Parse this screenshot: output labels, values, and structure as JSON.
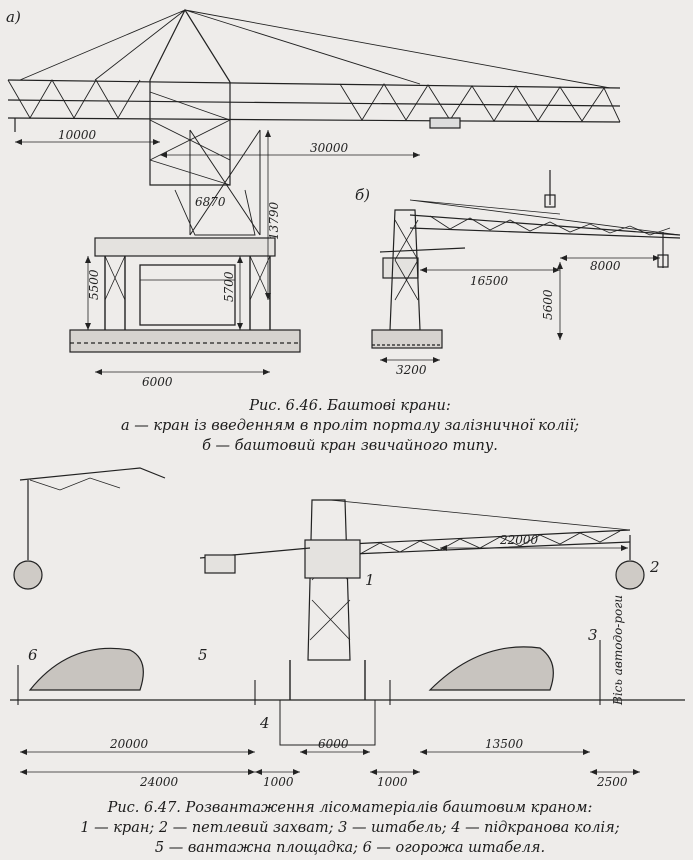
{
  "fig_46": {
    "panel_a": "а)",
    "panel_b": "б)",
    "dims_a": {
      "left_boom": "10000",
      "right_boom": "30000",
      "tower_top": "6870",
      "height_total": "13790",
      "portal_left": "5500",
      "portal_right": "5700",
      "base": "6000"
    },
    "dims_b": {
      "counter_jib": "16500",
      "jib": "8000",
      "height": "5600",
      "base": "3200"
    },
    "caption_title": "Рис. 6.46. Баштові крани:",
    "caption_line1": "а — кран із введенням в проліт порталу залізничної колії;",
    "caption_line2": "б — баштовий кран звичайного типу."
  },
  "fig_47": {
    "dims": {
      "jib": "22000",
      "span_left": "20000",
      "span_total": "24000",
      "gap_1": "1000",
      "rail_gauge": "6000",
      "gap_2": "1000",
      "span_right": "13500",
      "edge": "2500"
    },
    "callouts": {
      "c1": "1",
      "c2": "2",
      "c3": "3",
      "c4": "4",
      "c5": "5",
      "c6": "6"
    },
    "road_axis": "Вісь автодо-роги",
    "caption_title": "Рис. 6.47. Розвантаження лісоматеріалів баштовим краном:",
    "caption_line1": "1 — кран; 2 — петлевий захват; 3 — штабель; 4 — підкранова колія;",
    "caption_line2": "5 — вантажна площадка; 6 — огорожа штабеля."
  },
  "colors": {
    "ink": "#1c1c1c",
    "paper": "#eeecea"
  }
}
